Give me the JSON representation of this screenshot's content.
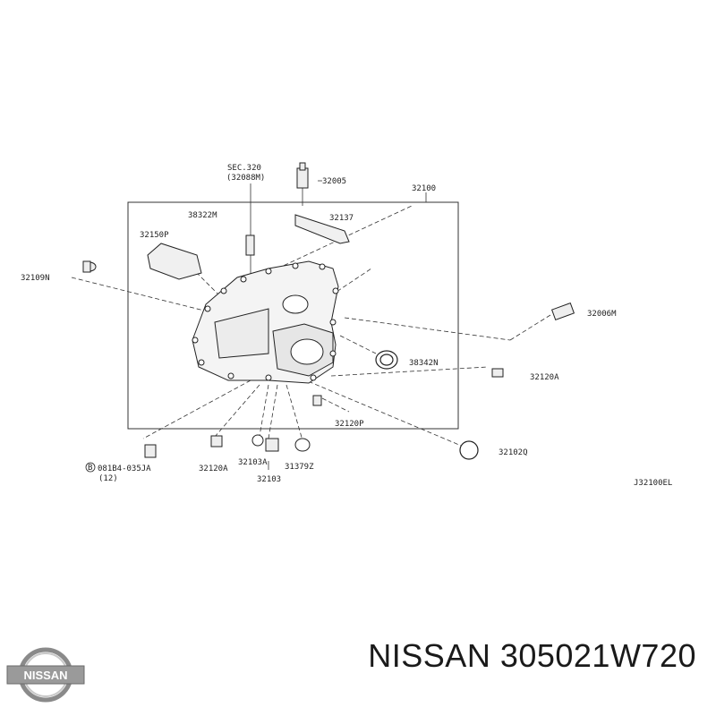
{
  "diagram": {
    "labels": {
      "sec_ref_1": "SEC.320",
      "sec_ref_2": "(32088M)",
      "p32005": "32005",
      "p32100": "32100",
      "p38322M": "38322M",
      "p32137": "32137",
      "p32150P": "32150P",
      "p32109N": "32109N",
      "p32006M": "32006M",
      "p38342N": "38342N",
      "p32120A_r": "32120A",
      "p32120P": "32120P",
      "p32102Q": "32102Q",
      "bolt_ref": "081B4-035JA",
      "bolt_qty": "(12)",
      "bolt_prefix": "B",
      "p32120A_b": "32120A",
      "p32103A": "32103A",
      "p32103": "32103",
      "p31379Z": "31379Z",
      "diagram_code": "J32100EL"
    }
  },
  "brand": {
    "logo_text": "NISSAN",
    "caption": "NISSAN 305021W720"
  }
}
